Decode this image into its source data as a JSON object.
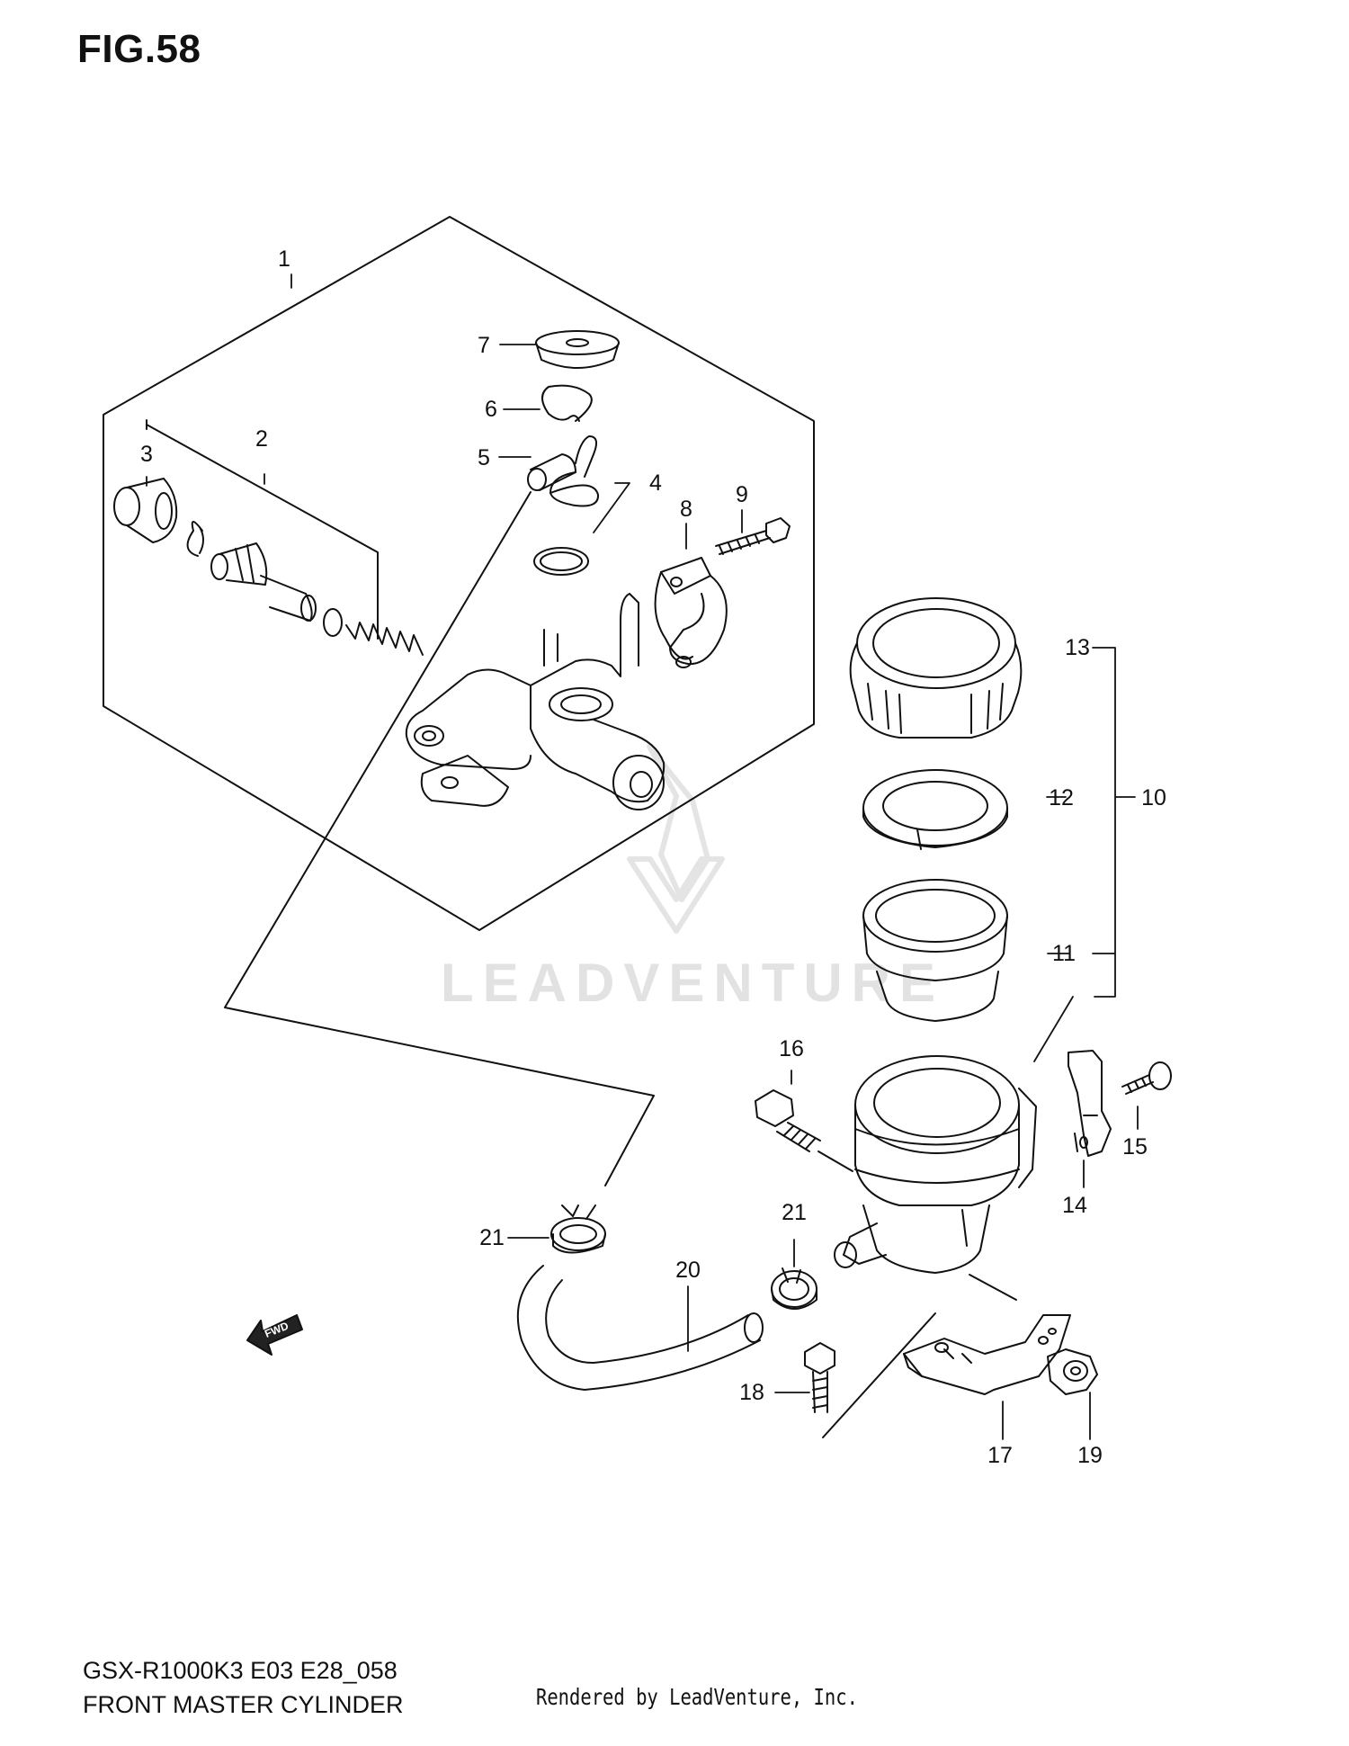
{
  "figure": {
    "title": "FIG.58",
    "model_code": "GSX-R1000K3 E03 E28_058",
    "assembly_name": "FRONT MASTER CYLINDER",
    "render_credit": "Rendered by LeadVenture, Inc.",
    "watermark": "LEADVENTURE",
    "direction_marker": "FWD"
  },
  "callouts": [
    {
      "id": "1",
      "part": "master-cylinder-assembly"
    },
    {
      "id": "2",
      "part": "piston-set"
    },
    {
      "id": "3",
      "part": "boot"
    },
    {
      "id": "4",
      "part": "o-ring"
    },
    {
      "id": "5",
      "part": "hose-connector"
    },
    {
      "id": "6",
      "part": "circlip"
    },
    {
      "id": "7",
      "part": "cap"
    },
    {
      "id": "8",
      "part": "holder"
    },
    {
      "id": "9",
      "part": "bolt"
    },
    {
      "id": "10",
      "part": "reservoir-set"
    },
    {
      "id": "11",
      "part": "diaphragm"
    },
    {
      "id": "12",
      "part": "plate"
    },
    {
      "id": "13",
      "part": "reservoir-cap"
    },
    {
      "id": "14",
      "part": "bracket"
    },
    {
      "id": "15",
      "part": "screw"
    },
    {
      "id": "16",
      "part": "bolt"
    },
    {
      "id": "17",
      "part": "bracket"
    },
    {
      "id": "18",
      "part": "bolt"
    },
    {
      "id": "19",
      "part": "nut"
    },
    {
      "id": "20",
      "part": "hose"
    },
    {
      "id": "21",
      "part": "clamp"
    }
  ]
}
